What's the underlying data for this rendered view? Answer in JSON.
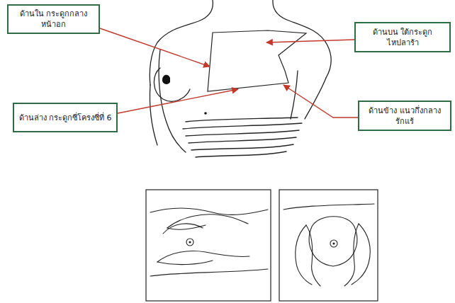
{
  "diagram": {
    "nodes": [
      {
        "text": [
          "ด้านใน กระดูกกลางหน้าอก"
        ]
      },
      {
        "text": [
          "ด้านบน ใต้กระดูกไหปลาร้า"
        ]
      },
      {
        "text": [
          "ด้านล่าง กระดูกซี่โครงซี่ที่ 6"
        ]
      },
      {
        "text": [
          "ด้านข้าง แนวกึ่งกลางรักแร้"
        ]
      }
    ]
  }
}
